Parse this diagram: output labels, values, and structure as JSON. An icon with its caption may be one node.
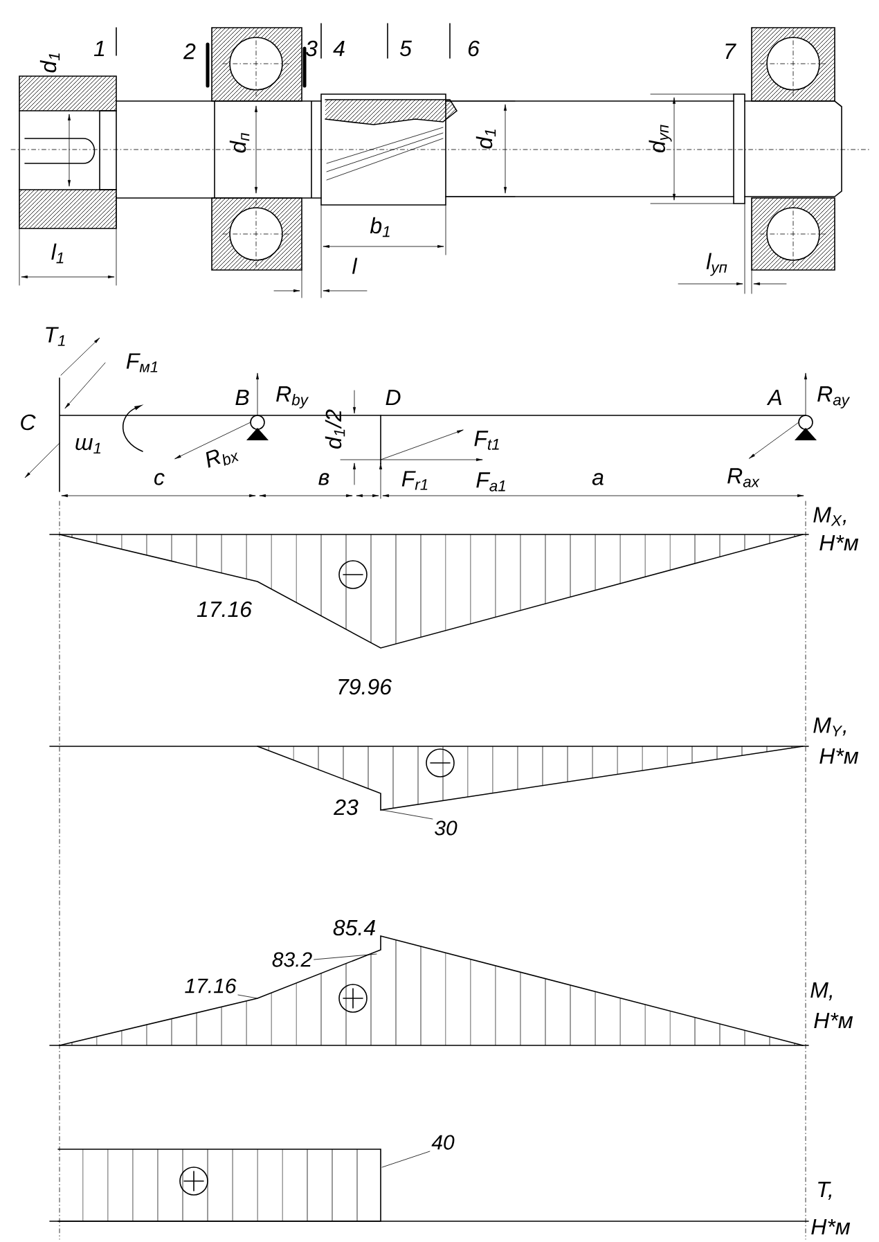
{
  "diagram": {
    "nodes": [
      {
        "text": [
          "30"
        ]
      },
      {
        "text": [
          "17.16"
        ]
      },
      {
        "text": [
          "83.2"
        ]
      },
      {
        "text": [
          "40"
        ]
      }
    ],
    "edges": [
      {
        "from": 0,
        "to": null,
        "arrow": "none"
      },
      {
        "from": 1,
        "to": null,
        "arrow": "none"
      },
      {
        "from": 2,
        "to": null,
        "arrow": "none"
      },
      {
        "from": 3,
        "to": null,
        "arrow": "none"
      }
    ],
    "labels": [
      "d$_{1}$",
      "1",
      "2",
      "3",
      "4",
      "5",
      "6",
      "7",
      "d$_{п}$",
      "d$_{1}$",
      "d$_{уп}$",
      "b$_{1}$",
      "l$_{1}$",
      "l",
      "l$_{уп}$",
      "T$_{1}$",
      "F$_{м1}$",
      "B",
      "R$_{by}$",
      "D",
      "A",
      "R$_{ay}$",
      "C",
      "ш$_{1}$",
      "d$_{1}$/2",
      "F$_{t1}$",
      "c",
      "R$_{bx}$",
      "в",
      "F$_{r1}$",
      "F$_{a1}$",
      "a",
      "R$_{ax}$",
      "M$_{X}$,",
      "Н*м",
      "17.16",
      "79.96",
      "M$_{Y}$,",
      "Н*м",
      "23",
      "M,",
      "Н*м",
      "85.4",
      "T,",
      "Н*м"
    ]
  }
}
